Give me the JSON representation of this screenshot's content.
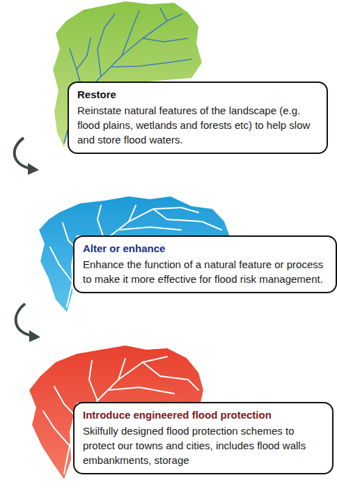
{
  "diagram": {
    "nodes": [
      {
        "text": [
          "Restore",
          "Reinstate natural features of the landscape (e.g. flood plains, wetlands and forests etc) to help slow and store flood waters."
        ]
      },
      {
        "text": [
          "Alter or enhance",
          "Enhance the function of a natural feature or process to make it more effective for flood risk management."
        ]
      },
      {
        "text": [
          "Introduce engineered flood protection",
          "Skilfully designed flood protection schemes to protect our towns and cities, includes flood walls embankments, storage"
        ]
      }
    ]
  }
}
